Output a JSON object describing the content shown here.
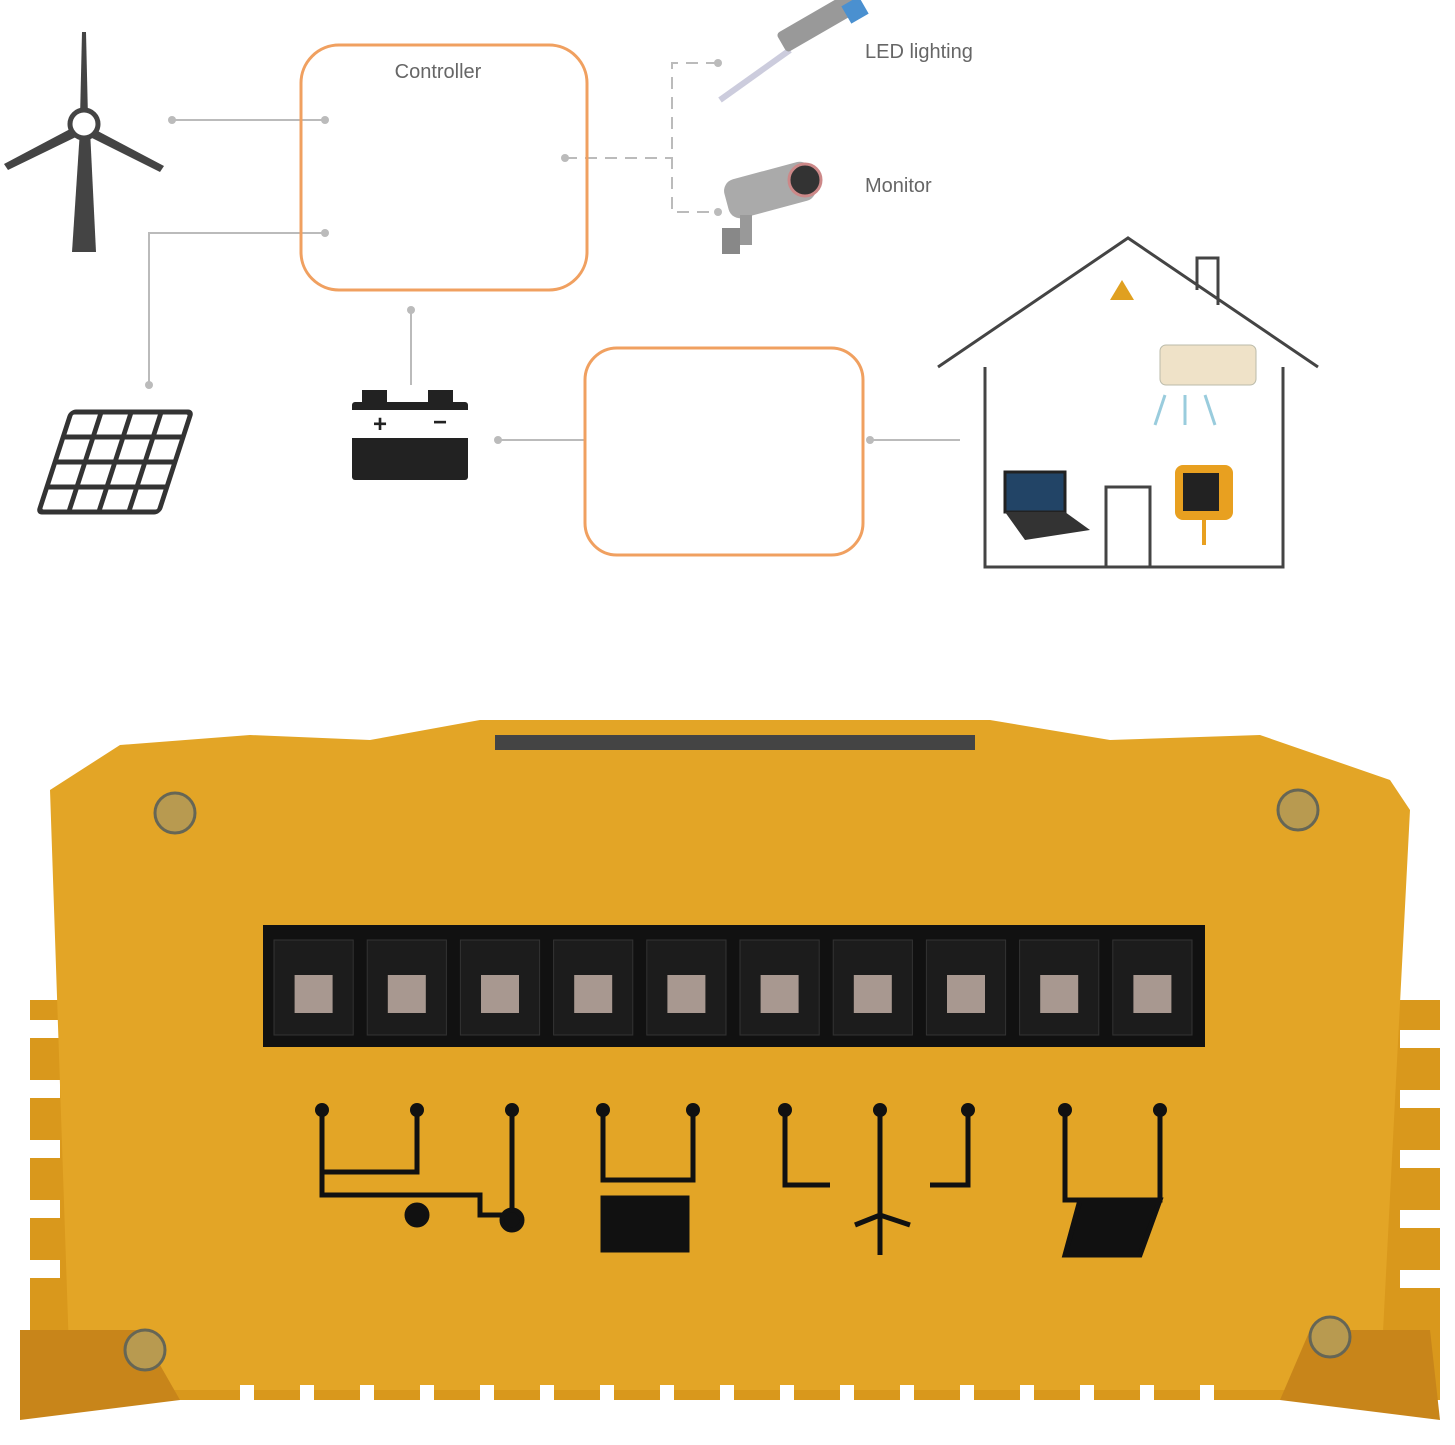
{
  "diagram": {
    "controller_label": "Controller",
    "outputs": [
      {
        "label": "LED lighting",
        "icon": "led-light-icon"
      },
      {
        "label": "Monitor",
        "icon": "security-camera-icon"
      }
    ],
    "sources": [
      {
        "icon": "wind-turbine-icon"
      },
      {
        "icon": "solar-panel-icon"
      }
    ],
    "storage": {
      "icon": "battery-icon"
    },
    "load": {
      "icon": "house-appliances-icon"
    },
    "box_color": "#f0a060",
    "line_color": "#bbbbbb"
  },
  "device": {
    "body_color": "#e3a526",
    "terminal_count": 10,
    "terminal_symbols": [
      "lamp-load-icon",
      "lamp-load-icon",
      "battery-icon",
      "wind-turbine-icon",
      "solar-panel-icon"
    ]
  }
}
